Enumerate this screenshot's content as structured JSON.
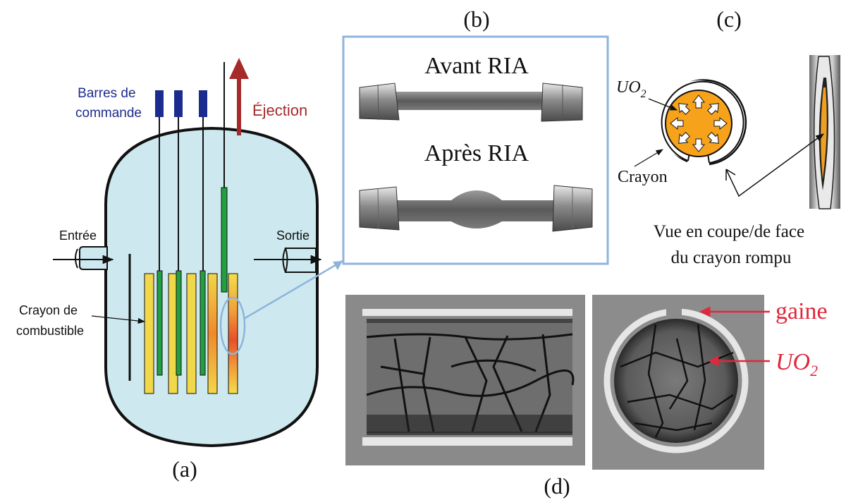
{
  "panel_a": {
    "label": "(a)",
    "control_rods_label": [
      "Barres de",
      "commande"
    ],
    "ejection_label": "Éjection",
    "inlet_label": "Entrée",
    "outlet_label": "Sortie",
    "fuel_rod_label": [
      "Crayon de",
      "combustible"
    ]
  },
  "panel_b": {
    "label": "(b)",
    "before_label": "Avant RIA",
    "after_label": "Après RIA"
  },
  "panel_c": {
    "label": "(c)",
    "uo2_label": "UO",
    "uo2_sub": "2",
    "rod_label": "Crayon",
    "caption": [
      "Vue en coupe/de face",
      "du crayon rompu"
    ]
  },
  "panel_d": {
    "label": "(d)",
    "cladding_label": "gaine",
    "uo2_label": "UO",
    "uo2_sub": "2"
  },
  "colors": {
    "vessel_fill": "#cde9ef",
    "control_rod": "#1c2c8e",
    "ejection_arrow": "#a62a2a",
    "control_label": "#1c2c8e",
    "green_rod": "#22a040",
    "fuel_yellow": "#f0d84a",
    "uo2_orange": "#f7a21b",
    "frame_blue": "#8fb4dc",
    "annotation_red": "#e0283c"
  }
}
